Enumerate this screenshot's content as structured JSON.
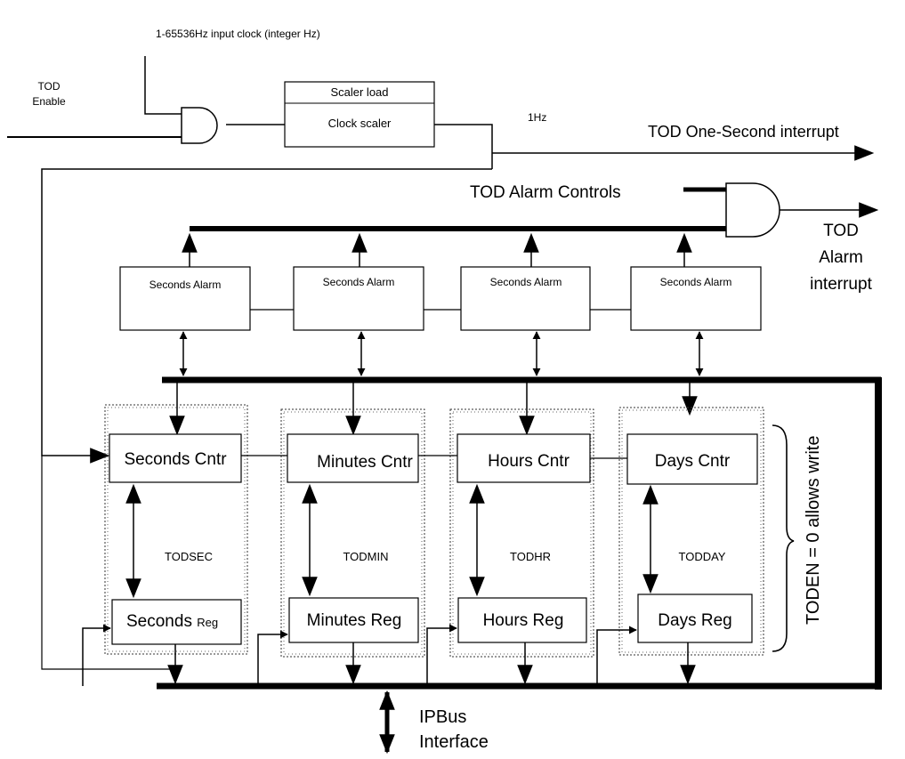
{
  "input_clock_label": "1-65536Hz input clock (integer Hz)",
  "tod_enable_label": {
    "line1": "TOD",
    "line2": "Enable"
  },
  "scaler": {
    "load_label": "Scaler load",
    "clock_label": "Clock scaler"
  },
  "one_hz_label": "1Hz",
  "one_second_interrupt_label": "TOD One-Second interrupt",
  "alarm_controls_label": "TOD Alarm Controls",
  "alarm_interrupt_label": {
    "line1": "TOD",
    "line2": "Alarm",
    "line3": "interrupt"
  },
  "alarm_blocks": [
    "Seconds Alarm",
    "Seconds Alarm",
    "Seconds Alarm",
    "Seconds Alarm"
  ],
  "counters": [
    {
      "counter": "Seconds Cntr",
      "register_main": "Seconds",
      "register_suffix": "Reg",
      "group": "TODSEC"
    },
    {
      "counter": "Minutes Cntr",
      "register_main": "Minutes Reg",
      "register_suffix": "",
      "group": "TODMIN"
    },
    {
      "counter": "Hours Cntr",
      "register_main": "Hours Reg",
      "register_suffix": "",
      "group": "TODHR"
    },
    {
      "counter": "Days Cntr",
      "register_main": "Days Reg",
      "register_suffix": "",
      "group": "TODDAY"
    }
  ],
  "write_enable_label": "TODEN = 0 allows write",
  "ipbus_label": {
    "line1": "IPBus",
    "line2": "Interface"
  }
}
